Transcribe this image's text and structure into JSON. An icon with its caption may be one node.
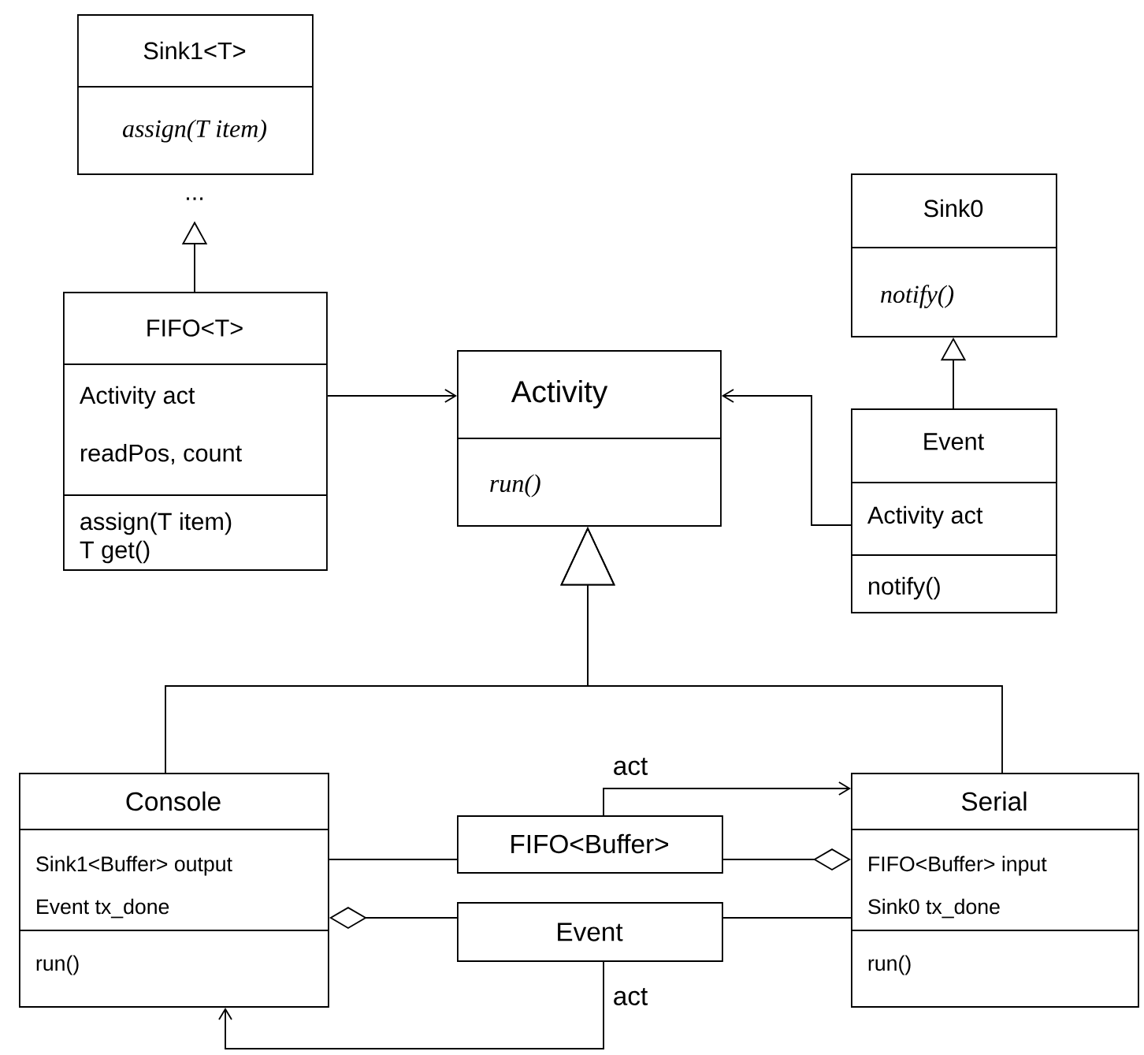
{
  "diagram": {
    "nodes": [
      {
        "text": [
          "Sink1<T>",
          "assign(T item)"
        ]
      },
      {
        "text": [
          "FIFO<T>",
          "Activity act",
          "readPos, count",
          "assign(T item)",
          "T get()"
        ]
      },
      {
        "text": [
          "Activity",
          "run()"
        ]
      },
      {
        "text": [
          "Sink0",
          "notify()"
        ]
      },
      {
        "text": [
          "Event",
          "Activity act",
          "notify()"
        ]
      },
      {
        "text": [
          "Console",
          "Sink1<Buffer> output",
          "Event tx_done",
          "run()"
        ]
      },
      {
        "text": [
          "FIFO<Buffer>"
        ]
      },
      {
        "text": [
          "Event"
        ]
      },
      {
        "text": [
          "Serial",
          "FIFO<Buffer> input",
          "Sink0 tx_done",
          "run()"
        ]
      }
    ],
    "edges": [
      {
        "from": 1,
        "to": 0,
        "arrow": "to"
      },
      {
        "from": 1,
        "to": 2,
        "arrow": "to"
      },
      {
        "from": 4,
        "to": 2,
        "arrow": "to"
      },
      {
        "from": 4,
        "to": 3,
        "arrow": "to"
      },
      {
        "from": 5,
        "to": 2,
        "arrow": "to"
      },
      {
        "from": 8,
        "to": 2,
        "arrow": "to"
      },
      {
        "from": 5,
        "to": 6,
        "arrow": "none"
      },
      {
        "from": 6,
        "to": 8,
        "arrow": "other"
      },
      {
        "from": 6,
        "to": 8,
        "arrow": "to",
        "label": "act"
      },
      {
        "from": 7,
        "to": 5,
        "arrow": "other"
      },
      {
        "from": 7,
        "to": 8,
        "arrow": "none"
      },
      {
        "from": 7,
        "to": 5,
        "arrow": "to",
        "label": "act"
      }
    ],
    "labels": [
      "..."
    ]
  }
}
